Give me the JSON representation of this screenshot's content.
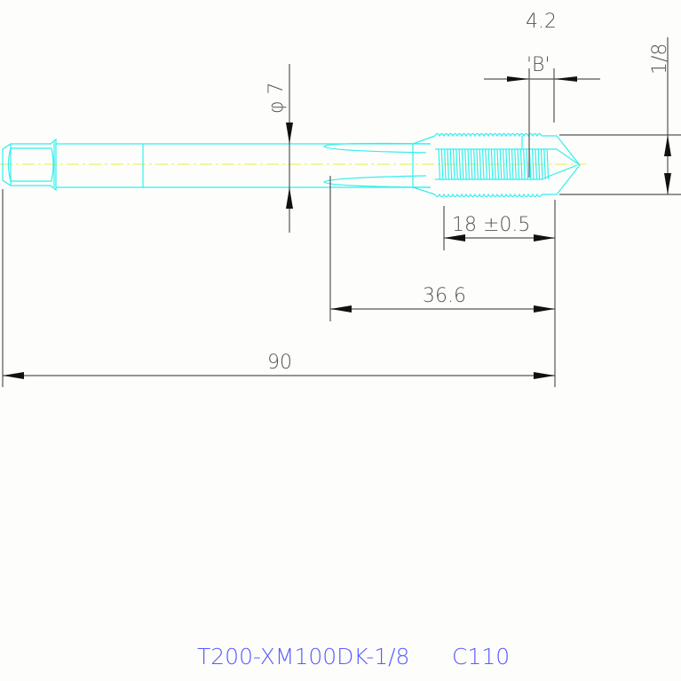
{
  "drawing": {
    "title": "T200-XM100DK-1/8",
    "code": "C110",
    "dimensions": {
      "diameter": "φ 7",
      "pitch": "4.2",
      "chamfer_type": "'B'",
      "thread_size": "1/8",
      "thread_length": "18 ±0.5",
      "flute_length": "36.6",
      "overall_length": "90"
    },
    "colors": {
      "part": "#33eeee",
      "centerline": "#eeee66",
      "dimension": "#555555",
      "title": "#5a5aff"
    }
  }
}
